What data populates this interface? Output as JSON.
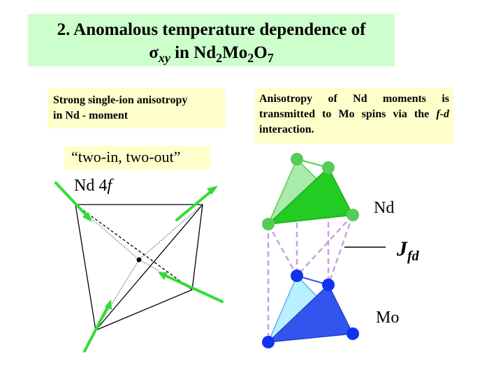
{
  "title": {
    "line1": "2. Anomalous temperature dependence of",
    "sigma": "σ",
    "sigma_sub": "xy",
    "in_text": " in Nd",
    "nd_sub": "2",
    "mo": "Mo",
    "mo_sub": "2",
    "o": "O",
    "o_sub": "7"
  },
  "box_left": {
    "line1": "Strong single-ion anisotropy",
    "line2": "in Nd - moment"
  },
  "box_right": {
    "part1": "Anisotropy of Nd moments is transmitted to Mo spins via the ",
    "italic": "f-d",
    "part2": " interaction."
  },
  "two_in_two_out": "“two-in, two-out”",
  "labels": {
    "nd4f_prefix": "Nd 4",
    "nd4f_italic": "f",
    "nd": "Nd",
    "jfd_main": "J",
    "jfd_sub": "fd",
    "mo": "Mo"
  },
  "colors": {
    "title_bg": "#ccffcc",
    "box_bg": "#ffffcc",
    "arrow_green": "#33dd33",
    "nd_dark": "#22cc22",
    "nd_light": "#aaeaaa",
    "mo_dark": "#3355ee",
    "mo_light": "#b8f0ff",
    "bond_dashed": "#c9a0e8"
  }
}
